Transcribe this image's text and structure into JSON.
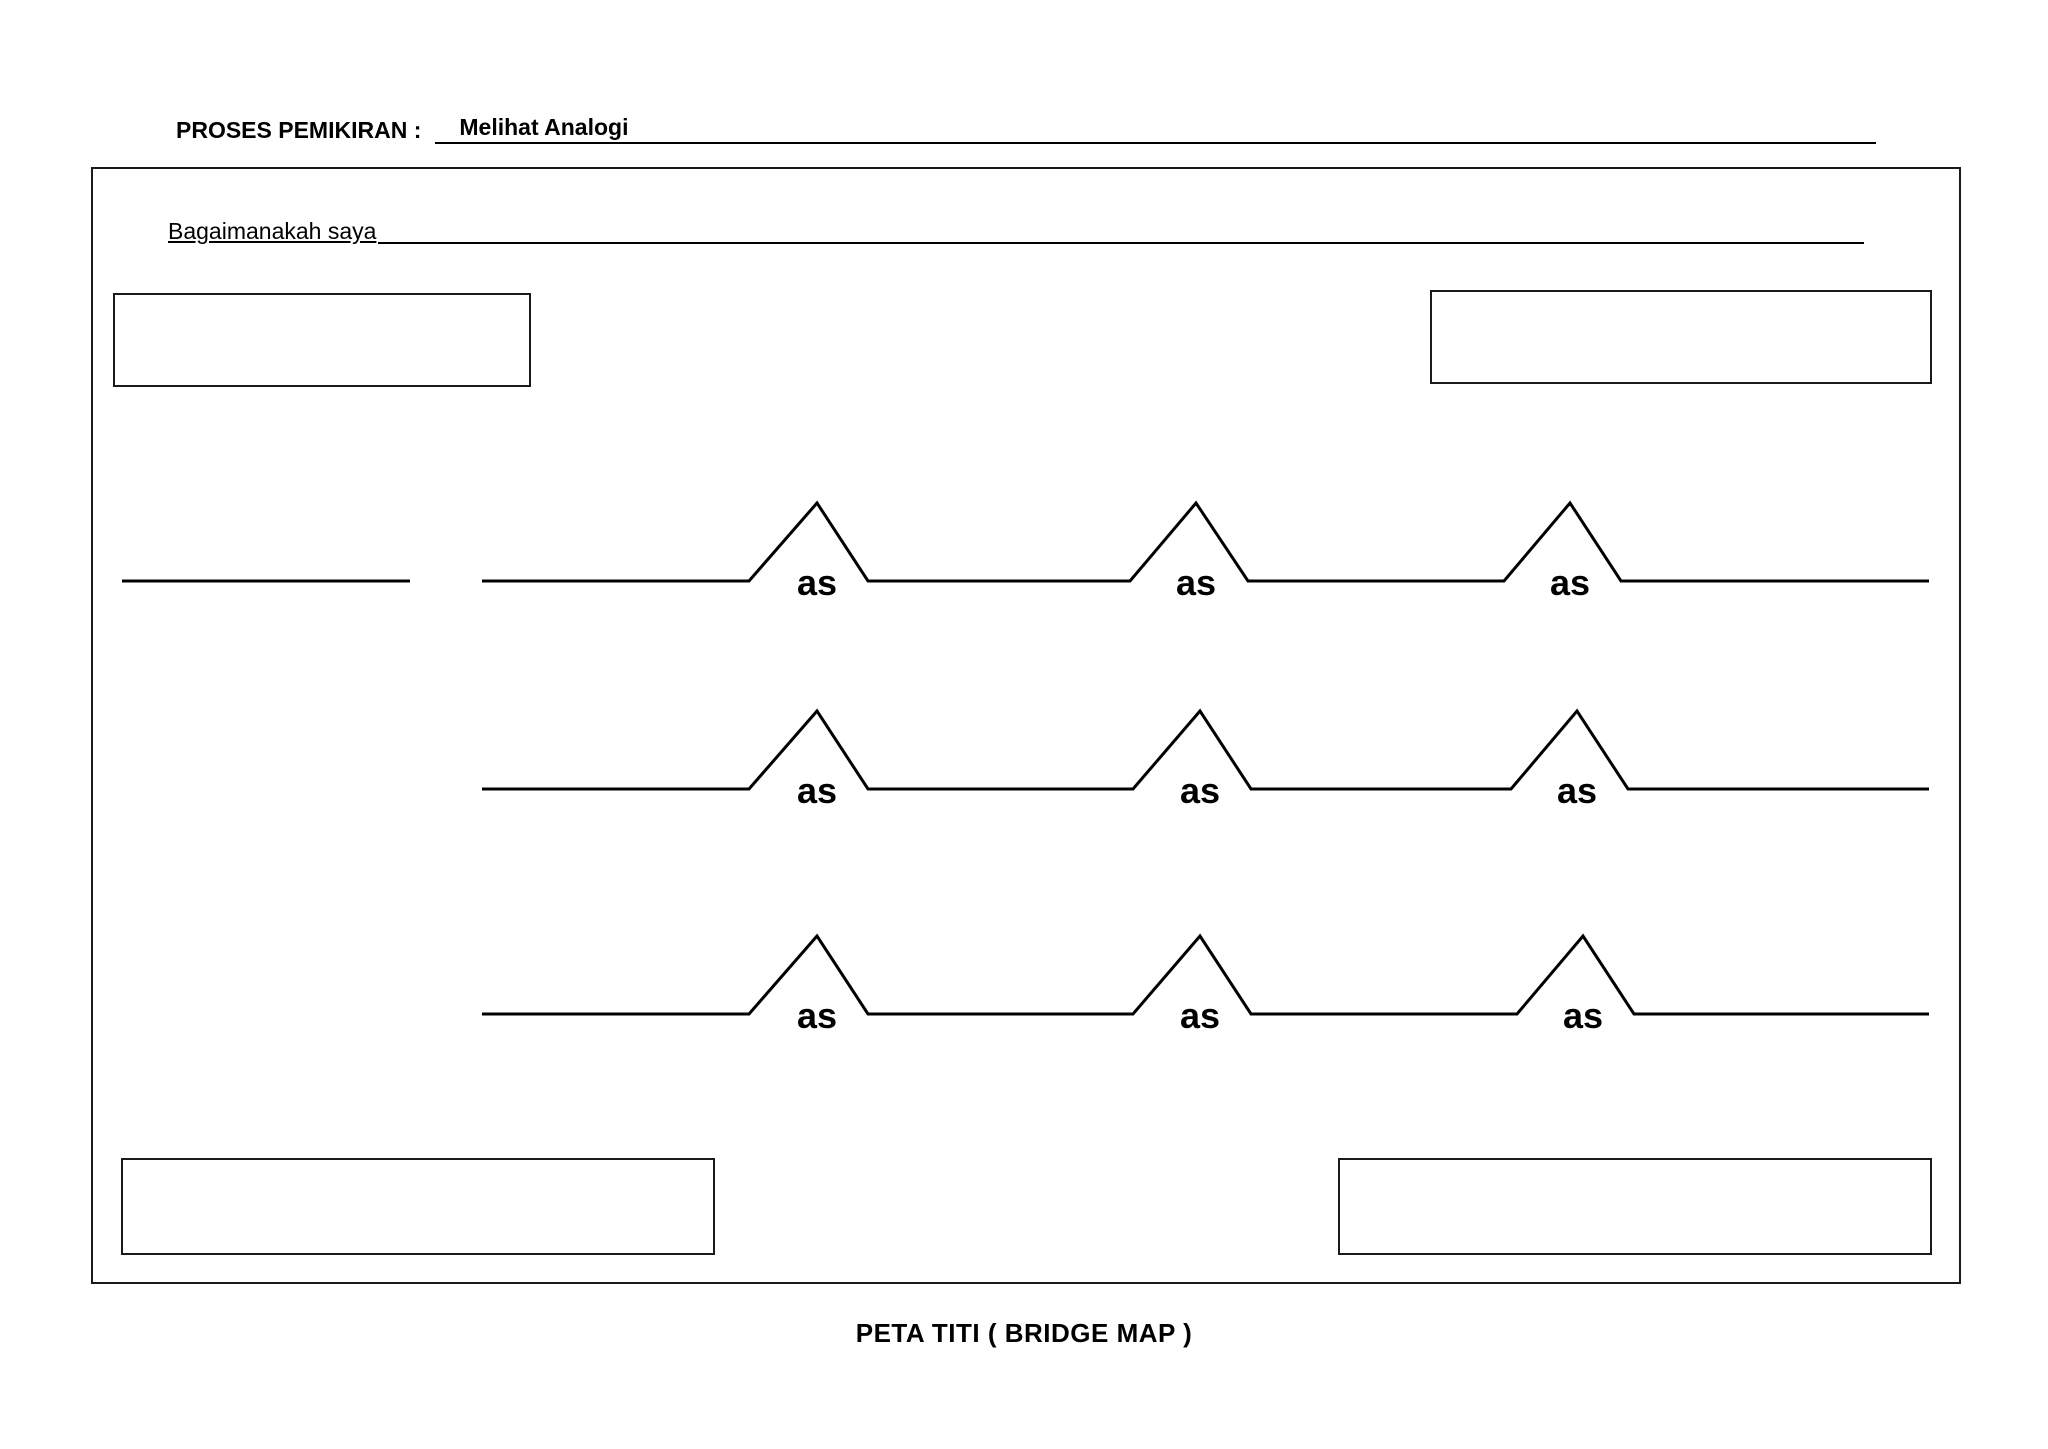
{
  "header": {
    "label": "PROSES PEMIKIRAN  :",
    "value": "Melihat Analogi"
  },
  "prompt": {
    "label": "Bagaimanakah saya"
  },
  "bridge_rows": [
    {
      "connectors": [
        "as",
        "as",
        "as"
      ]
    },
    {
      "connectors": [
        "as",
        "as",
        "as"
      ]
    },
    {
      "connectors": [
        "as",
        "as",
        "as"
      ]
    }
  ],
  "footer": {
    "title": "PETA TITI ( BRIDGE MAP )"
  }
}
